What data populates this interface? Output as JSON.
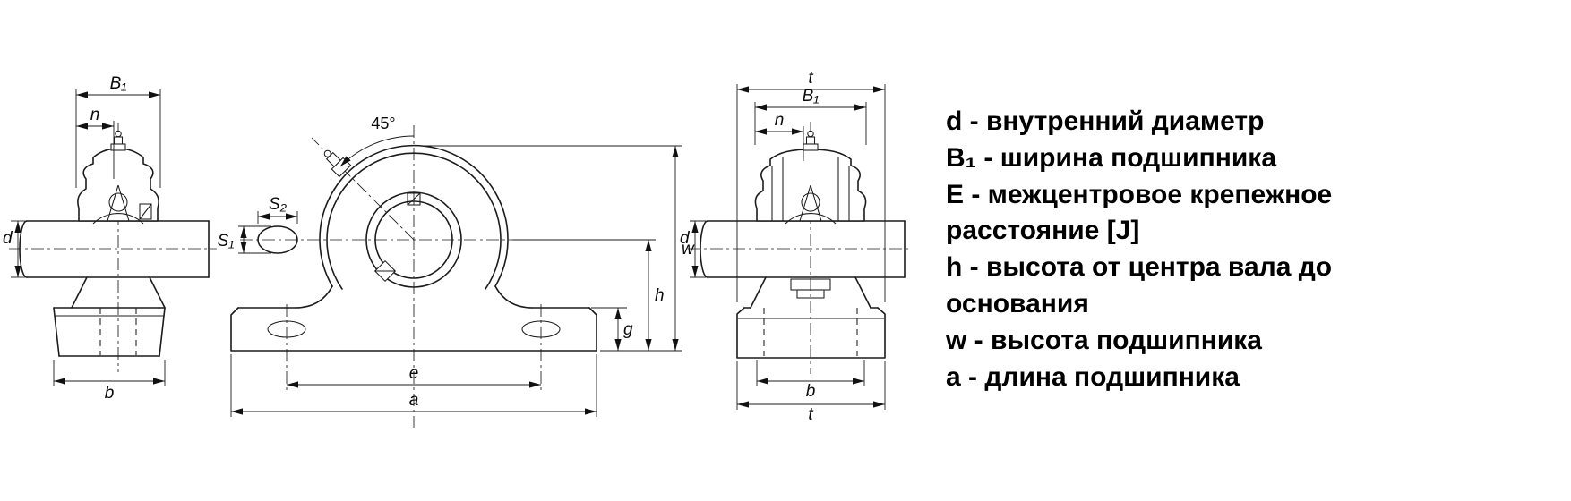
{
  "views": {
    "left": {
      "name": "pillow-block-end-view-left",
      "dims": {
        "B1": "B₁",
        "n": "n",
        "d": "d",
        "b": "b"
      }
    },
    "center": {
      "name": "pillow-block-front-view",
      "dims": {
        "angle": "45°",
        "S2": "S₂",
        "S1": "S₁",
        "e": "e",
        "a": "a",
        "g": "g",
        "h": "h",
        "w": "w"
      }
    },
    "right": {
      "name": "pillow-block-end-view-right",
      "dims": {
        "t_top": "t",
        "B1": "B₁",
        "n": "n",
        "d": "d",
        "b": "b",
        "t_bottom": "t"
      }
    }
  },
  "legend": {
    "items": [
      "d - внутренний диаметр",
      "B₁ - ширина подшипника",
      "E - межцентровое крепежное расстояние [J]",
      "h - высота от центра вала до основания",
      "w - высота подшипника",
      "a - длина подшипника"
    ]
  },
  "colors": {
    "line": "#1c1c1c",
    "background": "#ffffff",
    "text": "#000000"
  }
}
